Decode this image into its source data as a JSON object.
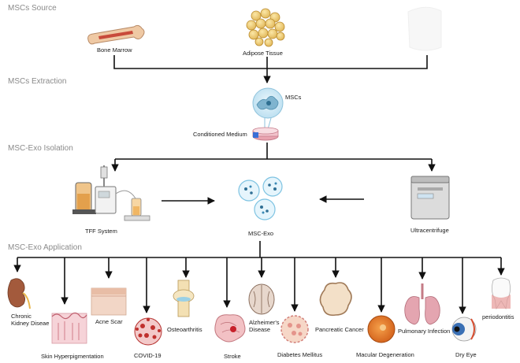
{
  "sections": {
    "source": "MSCs Source",
    "extraction": "MSCs Extraction",
    "isolation": "MSC-Exo Isolation",
    "application": "MSC-Exo Application"
  },
  "sources": {
    "bone_marrow": "Bone Marrow",
    "adipose_tissue": "Adipose Tissue"
  },
  "extraction": {
    "mscs": "MSCs",
    "conditioned_medium": "Conditioned Medium"
  },
  "isolation": {
    "tff_system": "TFF System",
    "msc_exo": "MSC-Exo",
    "ultracentrifuge": "Ultracentrifuge"
  },
  "applications": {
    "chronic_kidney_disease": "Chronic Kidney Diseae",
    "skin_hyperpigmentation": "Skin Hyperpigmentation",
    "acne_scar": "Acne Scar",
    "covid19": "COVID-19",
    "osteoarthritis": "Osteoarthritis",
    "stroke": "Stroke",
    "alzheimers_disease": "Alzheimer's Disease",
    "diabetes_mellitus": "Diabetes Mellitus",
    "pancreatic_cancer": "Pancreatic Cancer",
    "macular_degeneration": "Macular Degeneration",
    "pulmonary_infection": "Pulmonary Infection",
    "dry_eye": "Dry Eye",
    "periodontitis": "periodontitis"
  }
}
